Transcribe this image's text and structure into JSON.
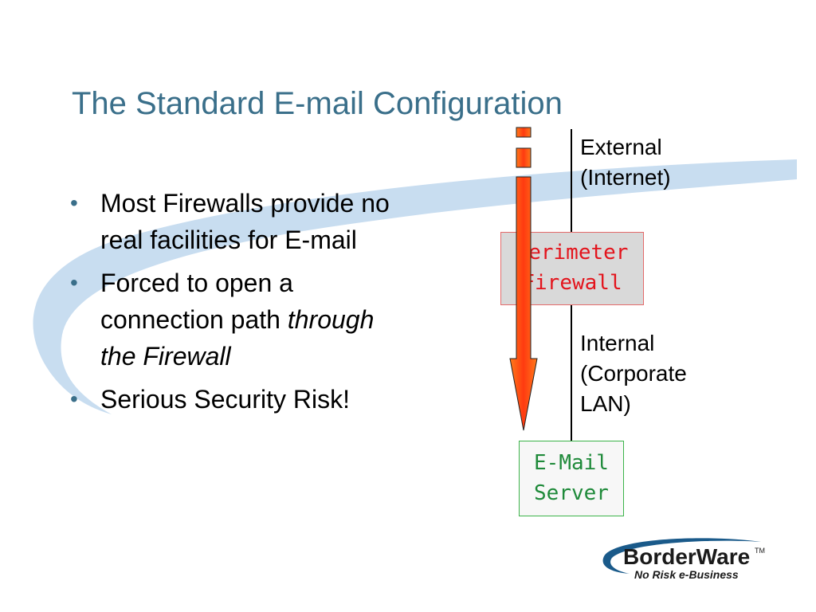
{
  "slide": {
    "title": "The Standard E-mail Configuration",
    "bullets": [
      {
        "text": "Most Firewalls provide no real facilities for E-mail"
      },
      {
        "text": "Forced to open a connection path",
        "emphasis": "through the Firewall"
      },
      {
        "text": "Serious Security Risk!"
      }
    ]
  },
  "diagram": {
    "external_label_line1": "External",
    "external_label_line2": "(Internet)",
    "internal_label_line1": "Internal",
    "internal_label_line2": "(Corporate",
    "internal_label_line3": "LAN)",
    "firewall_line1": "Perimeter",
    "firewall_line2": "Firewall",
    "mail_line1": "E-Mail",
    "mail_line2": "Server"
  },
  "logo": {
    "name": "BorderWare",
    "tm": "TM",
    "tagline": "No Risk e-Business"
  },
  "colors": {
    "title": "#3a6f8a",
    "swoosh": "#c8ddf0",
    "firewall_text": "#e3141c",
    "mail_text": "#1f8a3a",
    "arrow_fill": "#ff4a12",
    "logo_blue": "#1a5a8a"
  }
}
